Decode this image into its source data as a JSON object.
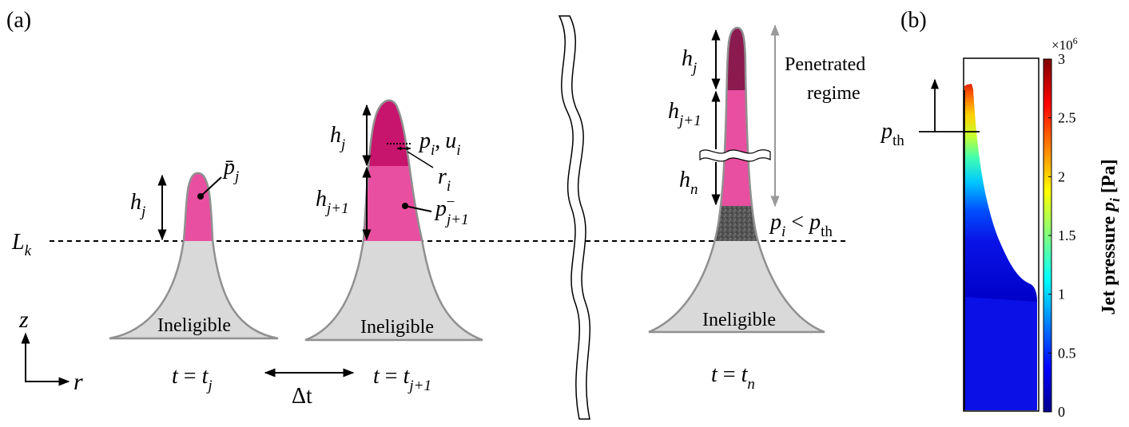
{
  "panels": {
    "a_label": "(a)",
    "b_label": "(b)"
  },
  "labels": {
    "ineligible": "Ineligible",
    "penetrated": [
      "Penetrated",
      "regime"
    ],
    "lk": "L",
    "lk_sub": "k",
    "z": "z",
    "r": "r",
    "hj": "h",
    "sub_j": "j",
    "sub_j1": "j+1",
    "sub_n": "n",
    "sub_i": "i",
    "pbar": "p̄",
    "p": "p",
    "u": "u",
    "comma": ",",
    "minus": "−",
    "t": "t",
    "eq": " = ",
    "dt": "Δt",
    "lt": " < ",
    "th": "th"
  },
  "colorbar": {
    "exponent": "×10",
    "exponent_power": "6",
    "ticks": [
      "3",
      "2.5",
      "2",
      "1.5",
      "1",
      "0.5",
      "0"
    ],
    "title": "Jet pressure",
    "title_var": "p",
    "title_sub": "i",
    "title_unit": "[Pa]"
  },
  "colors": {
    "ineligible_fill": "#d9d9d9",
    "outline": "#909090",
    "pink_light": "#e84fa0",
    "pink_dark": "#c7146c",
    "pink_darker": "#8b1a4f",
    "dark_gray": "#555555",
    "jet_blue": "#0a10e6"
  }
}
